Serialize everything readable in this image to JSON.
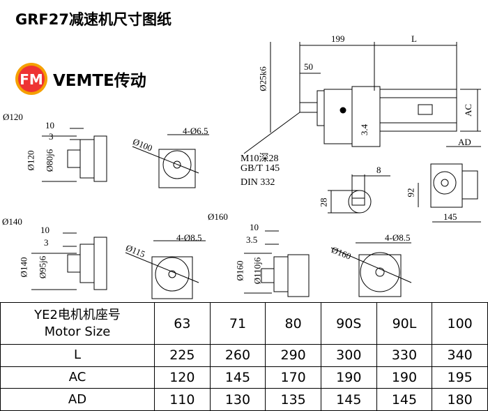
{
  "title": "GRF27减速机尺寸图纸",
  "logo": {
    "mark": "FM",
    "text": "VEMTE传动"
  },
  "main_view": {
    "dim_199": "199",
    "dim_L": "L",
    "dim_50": "50",
    "shaft": "Ø25k6",
    "dim_34": "3.4",
    "dim_AC": "AC",
    "thread": "M10深28",
    "std1": "GB/T 145",
    "std2": "DIN 332"
  },
  "key_view": {
    "dim_8": "8",
    "dim_28": "28"
  },
  "side_view": {
    "dim_AD": "AD",
    "dim_92": "92",
    "dim_145": "145"
  },
  "flange_120": {
    "label": "Ø120",
    "d10": "10",
    "d3": "3",
    "outer": "Ø120",
    "pilot": "Ø80j6",
    "pcd": "Ø100",
    "holes": "4-Ø6.5"
  },
  "flange_140": {
    "label": "Ø140",
    "d10": "10",
    "d3": "3",
    "outer": "Ø140",
    "pilot": "Ø95j6",
    "pcd": "Ø115",
    "holes": "4-Ø8.5"
  },
  "flange_160": {
    "label": "Ø160",
    "d10": "10",
    "d3": "3.5",
    "outer": "Ø160",
    "pilot": "Ø110j6",
    "pcd": "Ø160",
    "holes": "4-Ø8.5"
  },
  "table": {
    "header": {
      "line1": "YE2电机机座号",
      "line2": "Motor Size",
      "sizes": [
        "63",
        "71",
        "80",
        "90S",
        "90L",
        "100"
      ]
    },
    "rows": [
      {
        "name": "L",
        "values": [
          "225",
          "260",
          "290",
          "300",
          "330",
          "340"
        ]
      },
      {
        "name": "AC",
        "values": [
          "120",
          "145",
          "170",
          "190",
          "190",
          "195"
        ]
      },
      {
        "name": "AD",
        "values": [
          "110",
          "130",
          "135",
          "145",
          "145",
          "180"
        ]
      }
    ]
  }
}
